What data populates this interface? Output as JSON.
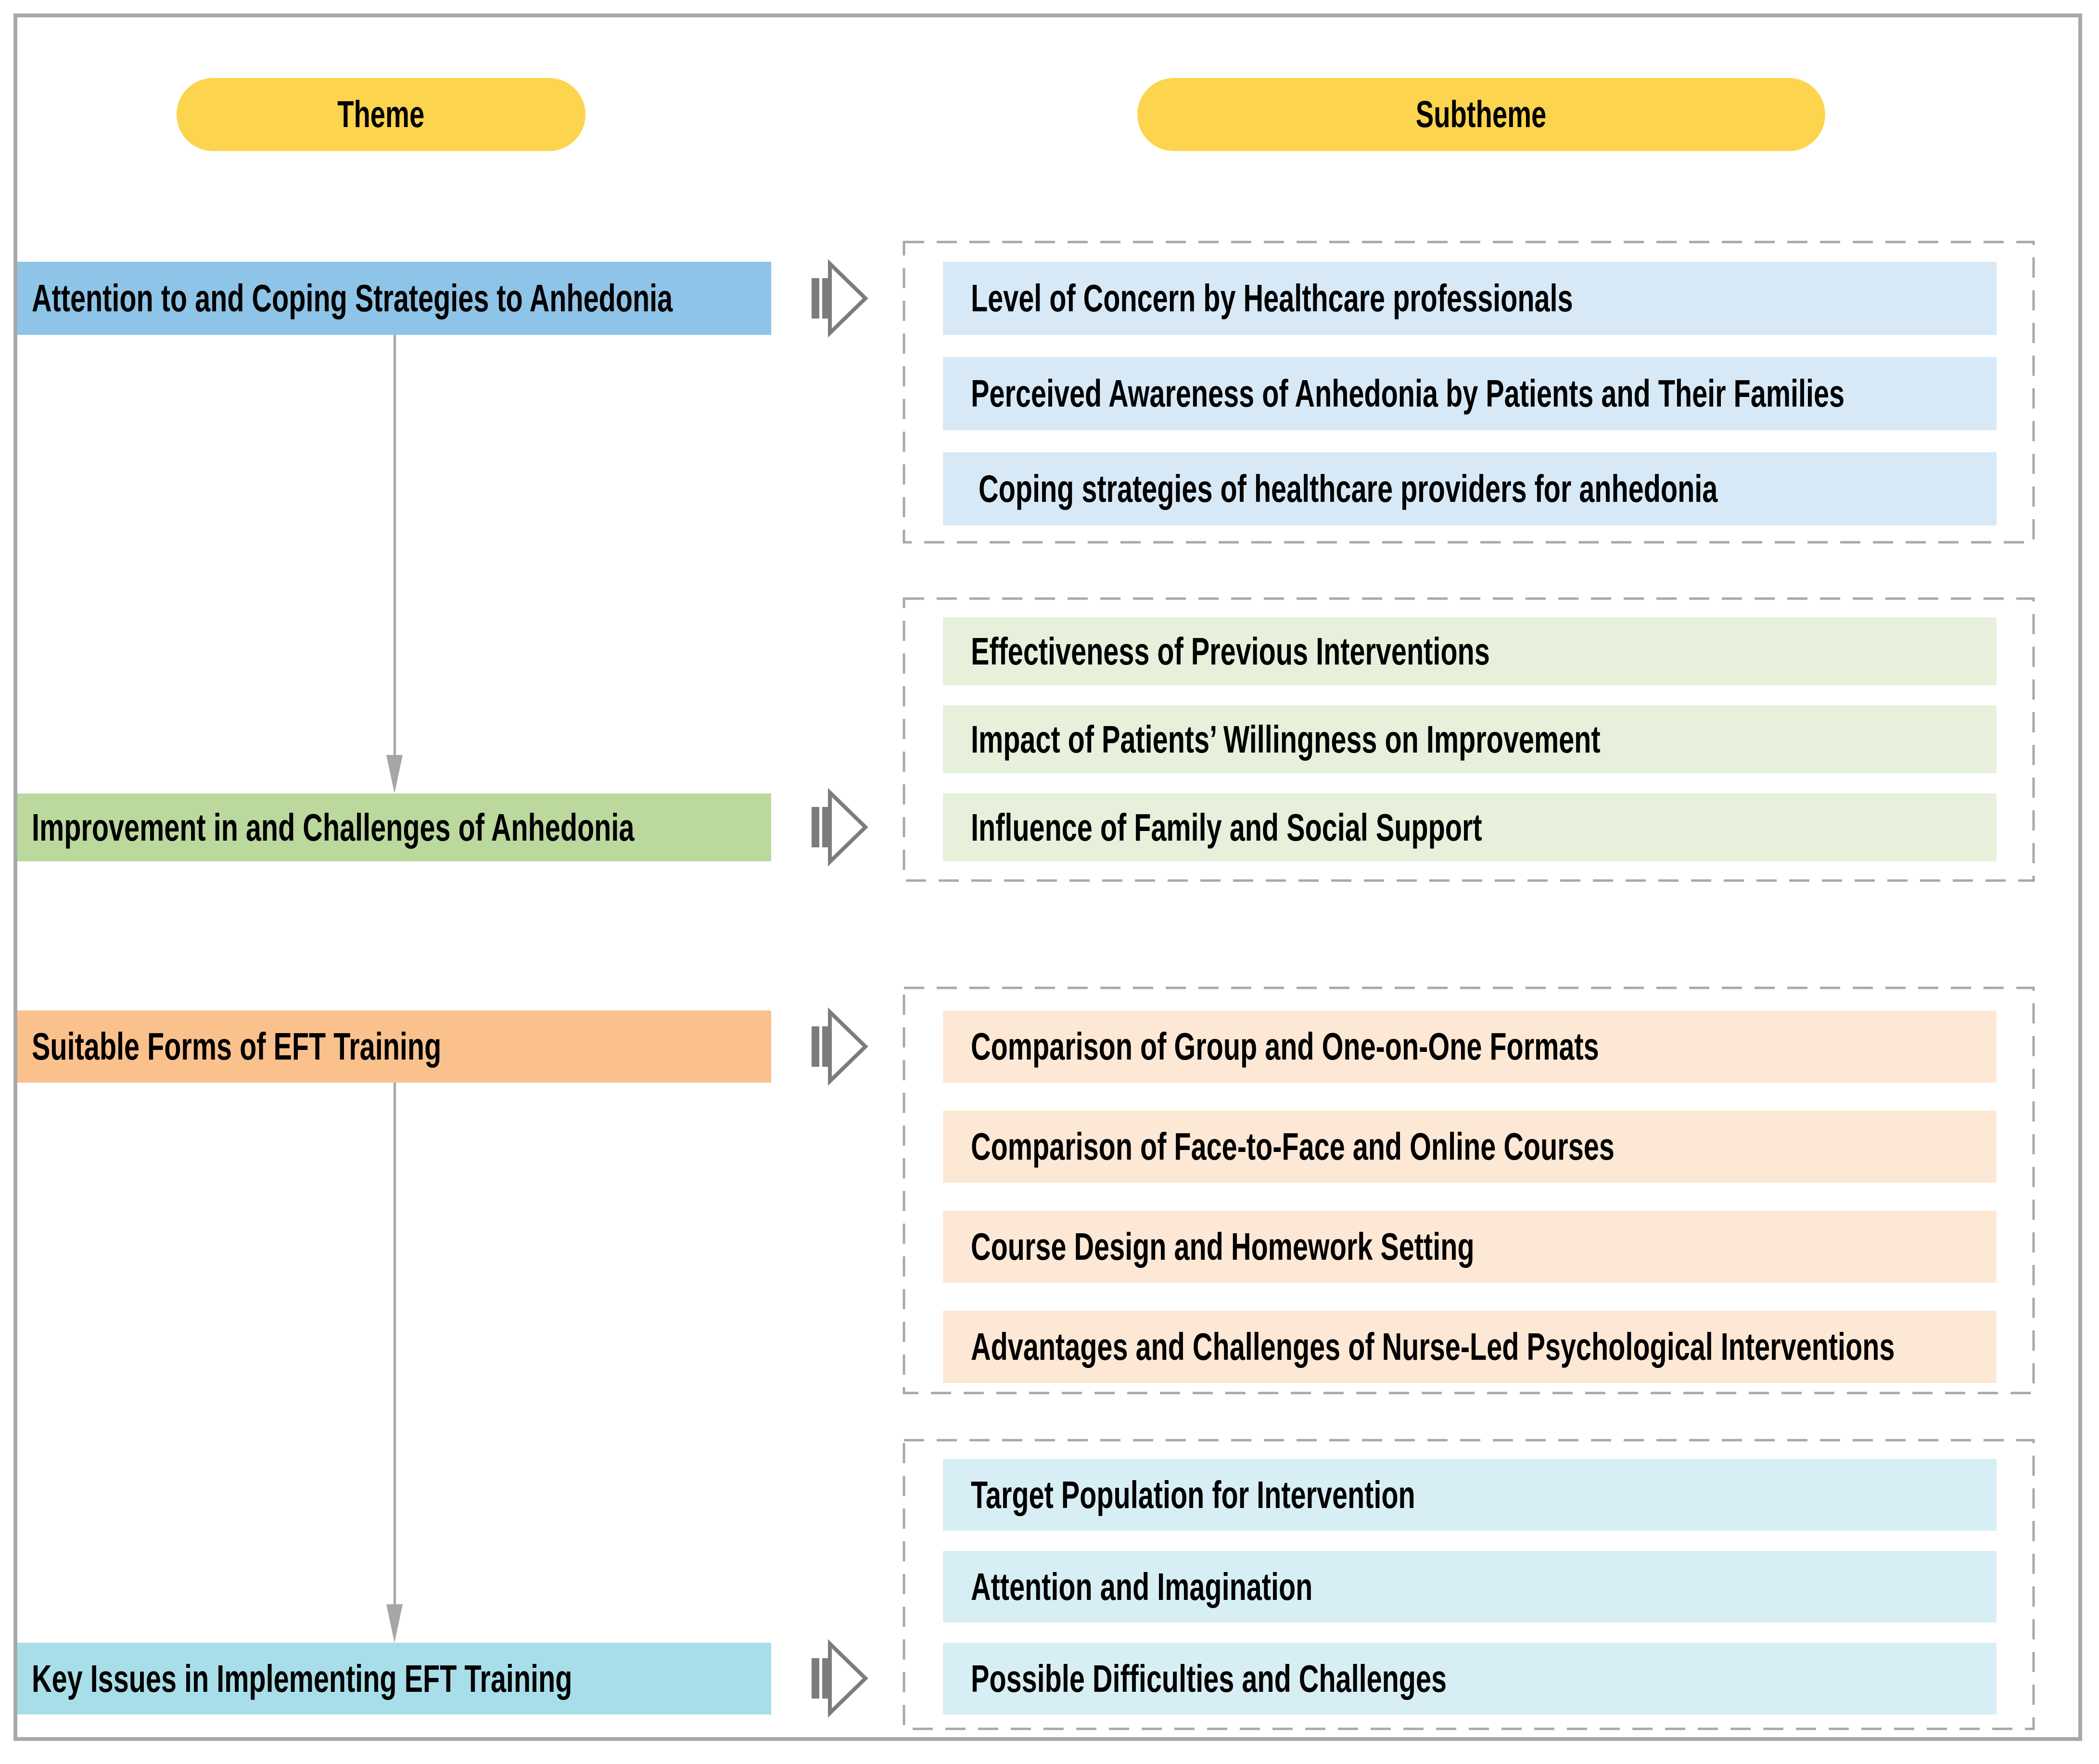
{
  "figure": {
    "type": "theme-subtheme-diagram",
    "columns": {
      "theme": "Theme",
      "subtheme": "Subtheme"
    }
  },
  "colors": {
    "yellow": "#FDD44D",
    "blue": "#8EC4E7",
    "blue_light": "#D7E9F7",
    "green": "#BBD89D",
    "green_light": "#E6F0DB",
    "orange": "#FBC18D",
    "orange_light": "#FDE8D5",
    "cyan": "#A7DEE9",
    "cyan_light": "#D8EEF5",
    "border_gray": "#A8A8A8",
    "arrow_gray": "#7C7C7C",
    "connector_gray": "#A6A6A6",
    "text": "#000000"
  },
  "themes": [
    {
      "label": "Attention to and Coping Strategies to Anhedonia",
      "subthemes": [
        "Level of Concern by Healthcare professionals",
        "Perceived Awareness of Anhedonia by Patients and Their Families",
        " Coping strategies of healthcare providers for anhedonia"
      ]
    },
    {
      "label": "Improvement in and Challenges of Anhedonia",
      "subthemes": [
        "Effectiveness of Previous Interventions",
        "Impact of Patients’ Willingness on Improvement",
        "Influence of Family and Social Support"
      ]
    },
    {
      "label": "Suitable Forms of EFT Training",
      "subthemes": [
        "Comparison of Group and One-on-One Formats",
        "Comparison of Face-to-Face and Online Courses",
        "Course Design and Homework Setting",
        "Advantages and Challenges of Nurse-Led Psychological Interventions"
      ]
    },
    {
      "label": "Key Issues in Implementing EFT Training",
      "subthemes": [
        "Target Population for Intervention",
        "Attention and Imagination",
        "Possible Difficulties and Challenges"
      ]
    }
  ]
}
